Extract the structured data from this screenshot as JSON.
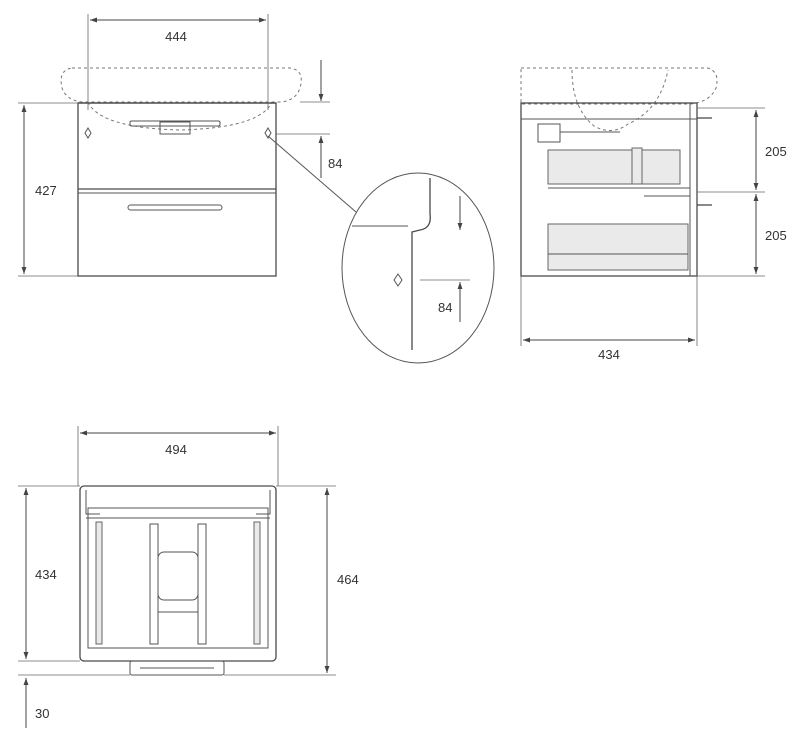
{
  "dimensions": {
    "front_basin_width": "444",
    "front_height": "427",
    "front_drawer_offset": "84",
    "detail_drawer_offset": "84",
    "side_upper_drawer": "205",
    "side_lower_drawer": "205",
    "side_depth": "434",
    "top_width": "494",
    "top_depth": "434",
    "top_total_depth": "464",
    "top_handle": "30"
  },
  "colors": {
    "line": "#4a4a4a",
    "text": "#333333",
    "background": "#ffffff"
  }
}
